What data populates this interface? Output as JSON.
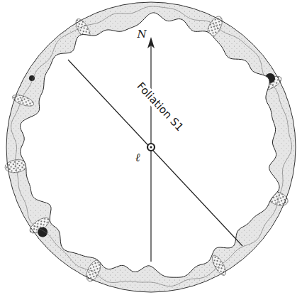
{
  "diagram": {
    "labels": [
      "N",
      "Foliation S1",
      "ℓ"
    ]
  }
}
